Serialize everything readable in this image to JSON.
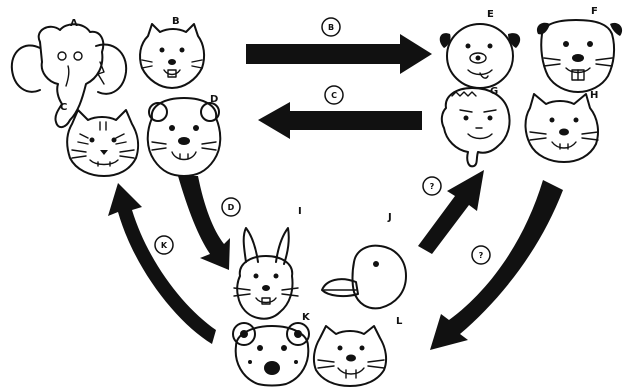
{
  "face_labels": {
    "A": "A",
    "B": "B",
    "C": "C",
    "D": "D",
    "E": "E",
    "F": "F",
    "G": "G",
    "H": "H",
    "I": "I",
    "J": "J",
    "K": "K",
    "L": "L"
  },
  "arrow_marks": {
    "top_right": "B",
    "top_left": "C",
    "left_down": "D",
    "left_up": "K",
    "right_up": "?",
    "right_down": "?"
  },
  "colors": {
    "ink": "#111111",
    "paper": "#ffffff"
  }
}
